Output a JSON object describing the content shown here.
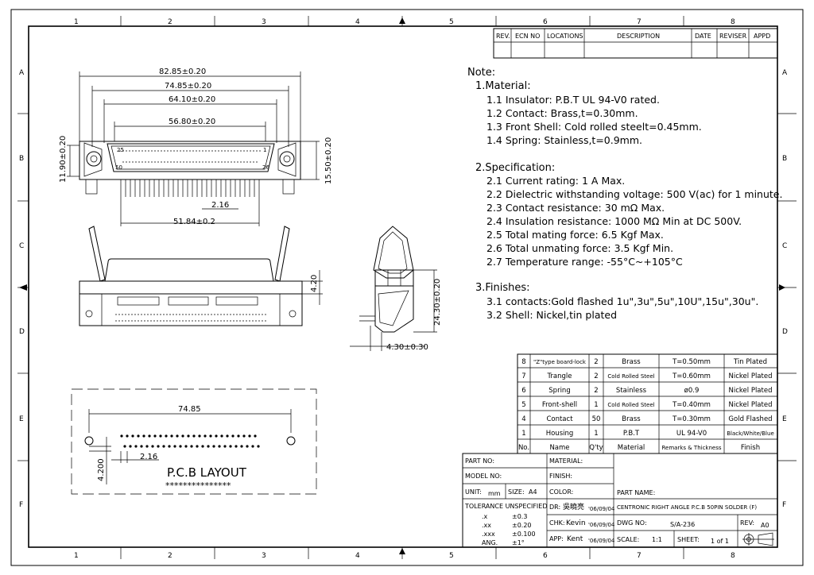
{
  "zones_top": [
    "1",
    "2",
    "3",
    "4",
    "5",
    "6",
    "7",
    "8"
  ],
  "zones_side": [
    "A",
    "B",
    "C",
    "D",
    "E",
    "F"
  ],
  "revision_table": {
    "headers": [
      "REV.",
      "ECN NO",
      "LOCATIONS",
      "DESCRIPTION",
      "DATE",
      "REVISER",
      "APPD"
    ]
  },
  "notes": {
    "title": "Note:",
    "material_title": "1.Material:",
    "material": [
      "1.1  Insulator: P.B.T UL 94-V0 rated.",
      "1.2  Contact: Brass,t=0.30mm.",
      "1.3  Front Shell: Cold rolled steelt=0.45mm.",
      "1.4  Spring: Stainless,t=0.9mm."
    ],
    "spec_title": "2.Specification:",
    "spec": [
      "2.1  Current rating: 1 A Max.",
      "2.2  Dielectric withstanding voltage: 500 V(ac) for 1 minute.",
      "2.3  Contact resistance: 30 mΩ Max.",
      "2.4  Insulation resistance: 1000 MΩ Min at DC 500V.",
      "2.5  Total mating force: 6.5 Kgf Max.",
      "2.6  Total unmating force: 3.5 Kgf Min.",
      "2.7  Temperature range: -55°C~+105°C"
    ],
    "finish_title": "3.Finishes:",
    "finish": [
      "3.1  contacts:Gold flashed 1u\",3u\",5u\",10U\",15u\",30u\".",
      "3.2  Shell: Nickel,tin plated"
    ]
  },
  "dimensions": {
    "d1": "82.85±0.20",
    "d2": "74.85±0.20",
    "d3": "64.10±0.20",
    "d4": "56.80±0.20",
    "left_h": "11.90±0.20",
    "right_h": "15.50±0.20",
    "pitch": "2.16",
    "tail": "51.84±0.2",
    "pin25": "25",
    "pin1": "1",
    "pin50": "50",
    "pin26": "26",
    "front_h": "4.20",
    "side_h": "24.30±0.20",
    "side_w": "4.30±0.30",
    "pcb_w": "74.85",
    "pcb_pitch": "2.16",
    "pcb_h": "4.200"
  },
  "pcb": {
    "title": "P.C.B LAYOUT",
    "stars": "***************"
  },
  "bom": [
    {
      "no": "8",
      "name": "\"Z\"type board-lock",
      "qty": "2",
      "material": "Brass",
      "remarks": "T=0.50mm",
      "finish": "Tin Plated"
    },
    {
      "no": "7",
      "name": "Trangle",
      "qty": "2",
      "material": "Cold Rolled Steel",
      "remarks": "T=0.60mm",
      "finish": "Nickel Plated"
    },
    {
      "no": "6",
      "name": "Spring",
      "qty": "2",
      "material": "Stainless",
      "remarks": "ø0.9",
      "finish": "Nickel Plated"
    },
    {
      "no": "5",
      "name": "Front-shell",
      "qty": "1",
      "material": "Cold Rolled Steel",
      "remarks": "T=0.40mm",
      "finish": "Nickel Plated"
    },
    {
      "no": "4",
      "name": "Contact",
      "qty": "50",
      "material": "Brass",
      "remarks": "T=0.30mm",
      "finish": "Gold Flashed"
    },
    {
      "no": "1",
      "name": "Housing",
      "qty": "1",
      "material": "P.B.T",
      "remarks": "UL 94-V0",
      "finish": "Black/White/Blue"
    }
  ],
  "bom_header": {
    "no": "No.",
    "name": "Name",
    "qty": "Q'ty",
    "material": "Material",
    "remarks": "Remarks & Thickness",
    "finish": "Finish"
  },
  "title_block": {
    "part_no": "PART NO:",
    "material": "MATERIAL:",
    "model_no": "MODEL NO:",
    "finish": "FINISH:",
    "unit_label": "UNIT:",
    "unit": "mm",
    "size_label": "SIZE:",
    "size": "A4",
    "color": "COLOR:",
    "part_name_label": "PART NAME:",
    "part_name": "CENTRONIC RIGHT ANGLE P.C.B 50PIN SOLDER (F)",
    "tolerance": "TOLERANCE UNSPECIFIED",
    "tol_x": ".x",
    "tol_x_v": "±0.3",
    "tol_xx": ".xx",
    "tol_xx_v": "±0.20",
    "tol_xxx": ".xxx",
    "tol_xxx_v": "±0.100",
    "tol_ang": "ANG.",
    "tol_ang_v": "±1°",
    "dr_label": "DR:",
    "dr": "吳曉亮",
    "dr_date": "'06/09/04",
    "chk_label": "CHK:",
    "chk": "Kevin",
    "chk_date": "'06/09/04",
    "app_label": "APP:",
    "app": "Kent",
    "app_date": "'06/09/04",
    "dwg_label": "DWG NO:",
    "dwg": "S/A-236",
    "rev_label": "REV:",
    "rev": "A0",
    "scale_label": "SCALE:",
    "scale": "1:1",
    "sheet_label": "SHEET:",
    "sheet": "1  of  1"
  }
}
